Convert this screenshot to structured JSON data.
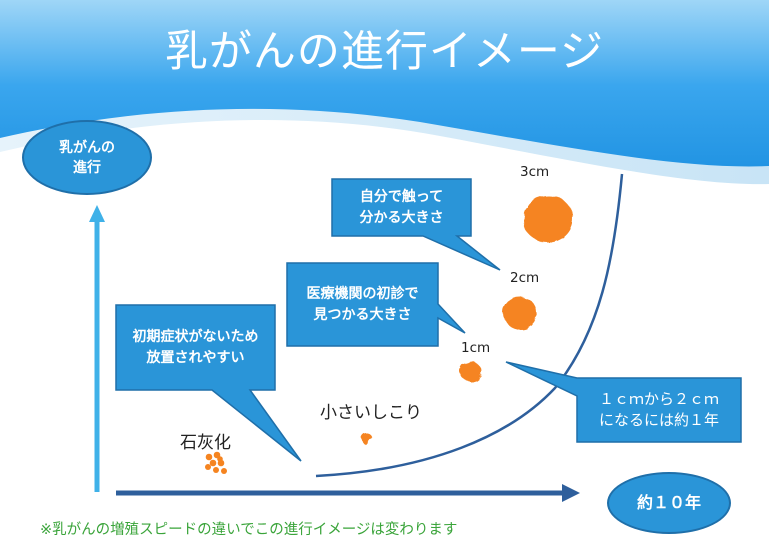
{
  "title": "乳がんの進行イメージ",
  "y_axis_label": "乳がんの\n進行",
  "x_axis_label": "約１０年",
  "stages": {
    "calcification": "石灰化",
    "small_lump": "小さいしこり",
    "size_1cm": "1cm",
    "size_2cm": "2cm",
    "size_3cm": "3cm"
  },
  "callouts": {
    "no_symptoms": "初期症状がないため\n放置されやすい",
    "first_exam": "医療機関の初診で\n見つかる大きさ",
    "self_palpation": "自分で触って\n分かる大きさ",
    "growth_time": "１ｃｍから２ｃｍ\nになるには約１年"
  },
  "footnote": "※乳がんの増殖スピードの違いでこの進行イメージは変わります",
  "colors": {
    "header_blue": "#1b8fe0",
    "callout_blue": "#2a95d8",
    "tumor_orange": "#f58420",
    "axis_light": "#3fb1e8",
    "axis_dark": "#2e5f9c",
    "footnote_green": "#3aa43a"
  }
}
